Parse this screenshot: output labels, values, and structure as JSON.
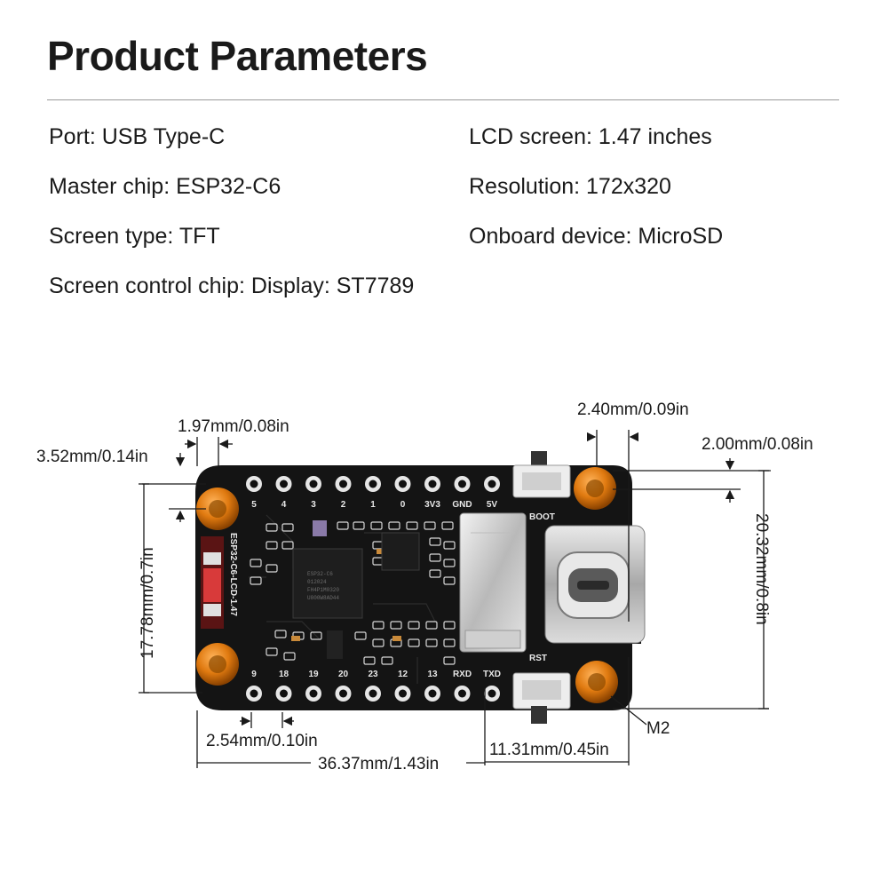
{
  "title": "Product Parameters",
  "params_left": [
    "Port: USB Type-C",
    "Master chip: ESP32-C6",
    "Screen type: TFT",
    "Screen control chip: Display: ST7789"
  ],
  "params_right": [
    "LCD screen: 1.47 inches",
    "Resolution: 172x320",
    "Onboard device: MicroSD"
  ],
  "dimensions": {
    "hole_edge_h": "1.97mm/0.08in",
    "hole_edge_v": "3.52mm/0.14in",
    "button_width": "2.40mm/0.09in",
    "right_hole_offset": "2.00mm/0.08in",
    "inner_height": "17.78mm/0.7in",
    "board_height": "20.32mm/0.8in",
    "pin_pitch": "2.54mm/0.10in",
    "usb_section": "11.31mm/0.45in",
    "board_length": "36.37mm/1.43in",
    "mount_hole": "M2"
  },
  "board": {
    "top_pins": [
      "5",
      "4",
      "3",
      "2",
      "1",
      "0",
      "3V3",
      "GND",
      "5V"
    ],
    "bottom_pins": [
      "9",
      "18",
      "19",
      "20",
      "23",
      "12",
      "13",
      "RXD",
      "TXD"
    ],
    "boot_label": "BOOT",
    "rst_label": "RST",
    "side_label": "ESP32-C6-LCD-1.47",
    "chip_lines": [
      "ESP32-C6",
      "012024",
      "FH4P1M0320",
      "U800W8AD44"
    ]
  },
  "colors": {
    "pcb": "#141414",
    "standoff": "#e07a10",
    "text": "#1a1a1a"
  }
}
